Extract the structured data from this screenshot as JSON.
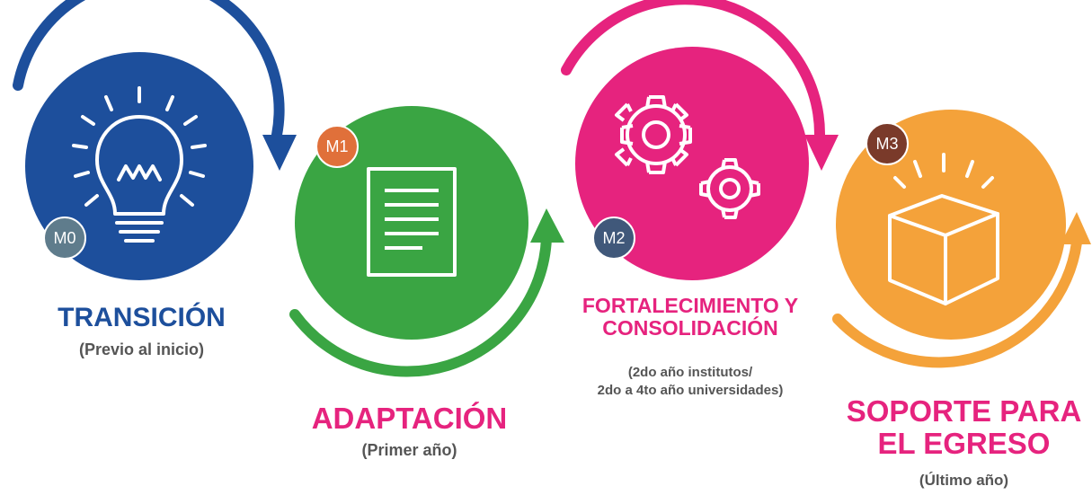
{
  "stages": [
    {
      "id": "m0",
      "badge": "M0",
      "icon": "lightbulb-icon",
      "color": "#1d4f9c",
      "title": [
        "TRANSICIÓN"
      ],
      "subtitle": [
        "(Previo al inicio)"
      ]
    },
    {
      "id": "m1",
      "badge": "M1",
      "icon": "document-icon",
      "color": "#3aa543",
      "title": [
        "ADAPTACIÓN"
      ],
      "subtitle": [
        "(Primer año)"
      ]
    },
    {
      "id": "m2",
      "badge": "M2",
      "icon": "gears-icon",
      "color": "#e6237e",
      "title": [
        "FORTALECIMIENTO Y",
        "CONSOLIDACIÓN"
      ],
      "subtitle": [
        "(2do año institutos/",
        "2do a 4to año universidades)"
      ]
    },
    {
      "id": "m3",
      "badge": "M3",
      "icon": "box-icon",
      "color": "#f4a23a",
      "title": [
        "SOPORTE PARA",
        "EL EGRESO"
      ],
      "subtitle": [
        "(Último año)"
      ]
    }
  ],
  "colors": {
    "badge_fill": "#5f7c8c",
    "badge_orange": "#e0703a",
    "subtitle": "#555555"
  }
}
